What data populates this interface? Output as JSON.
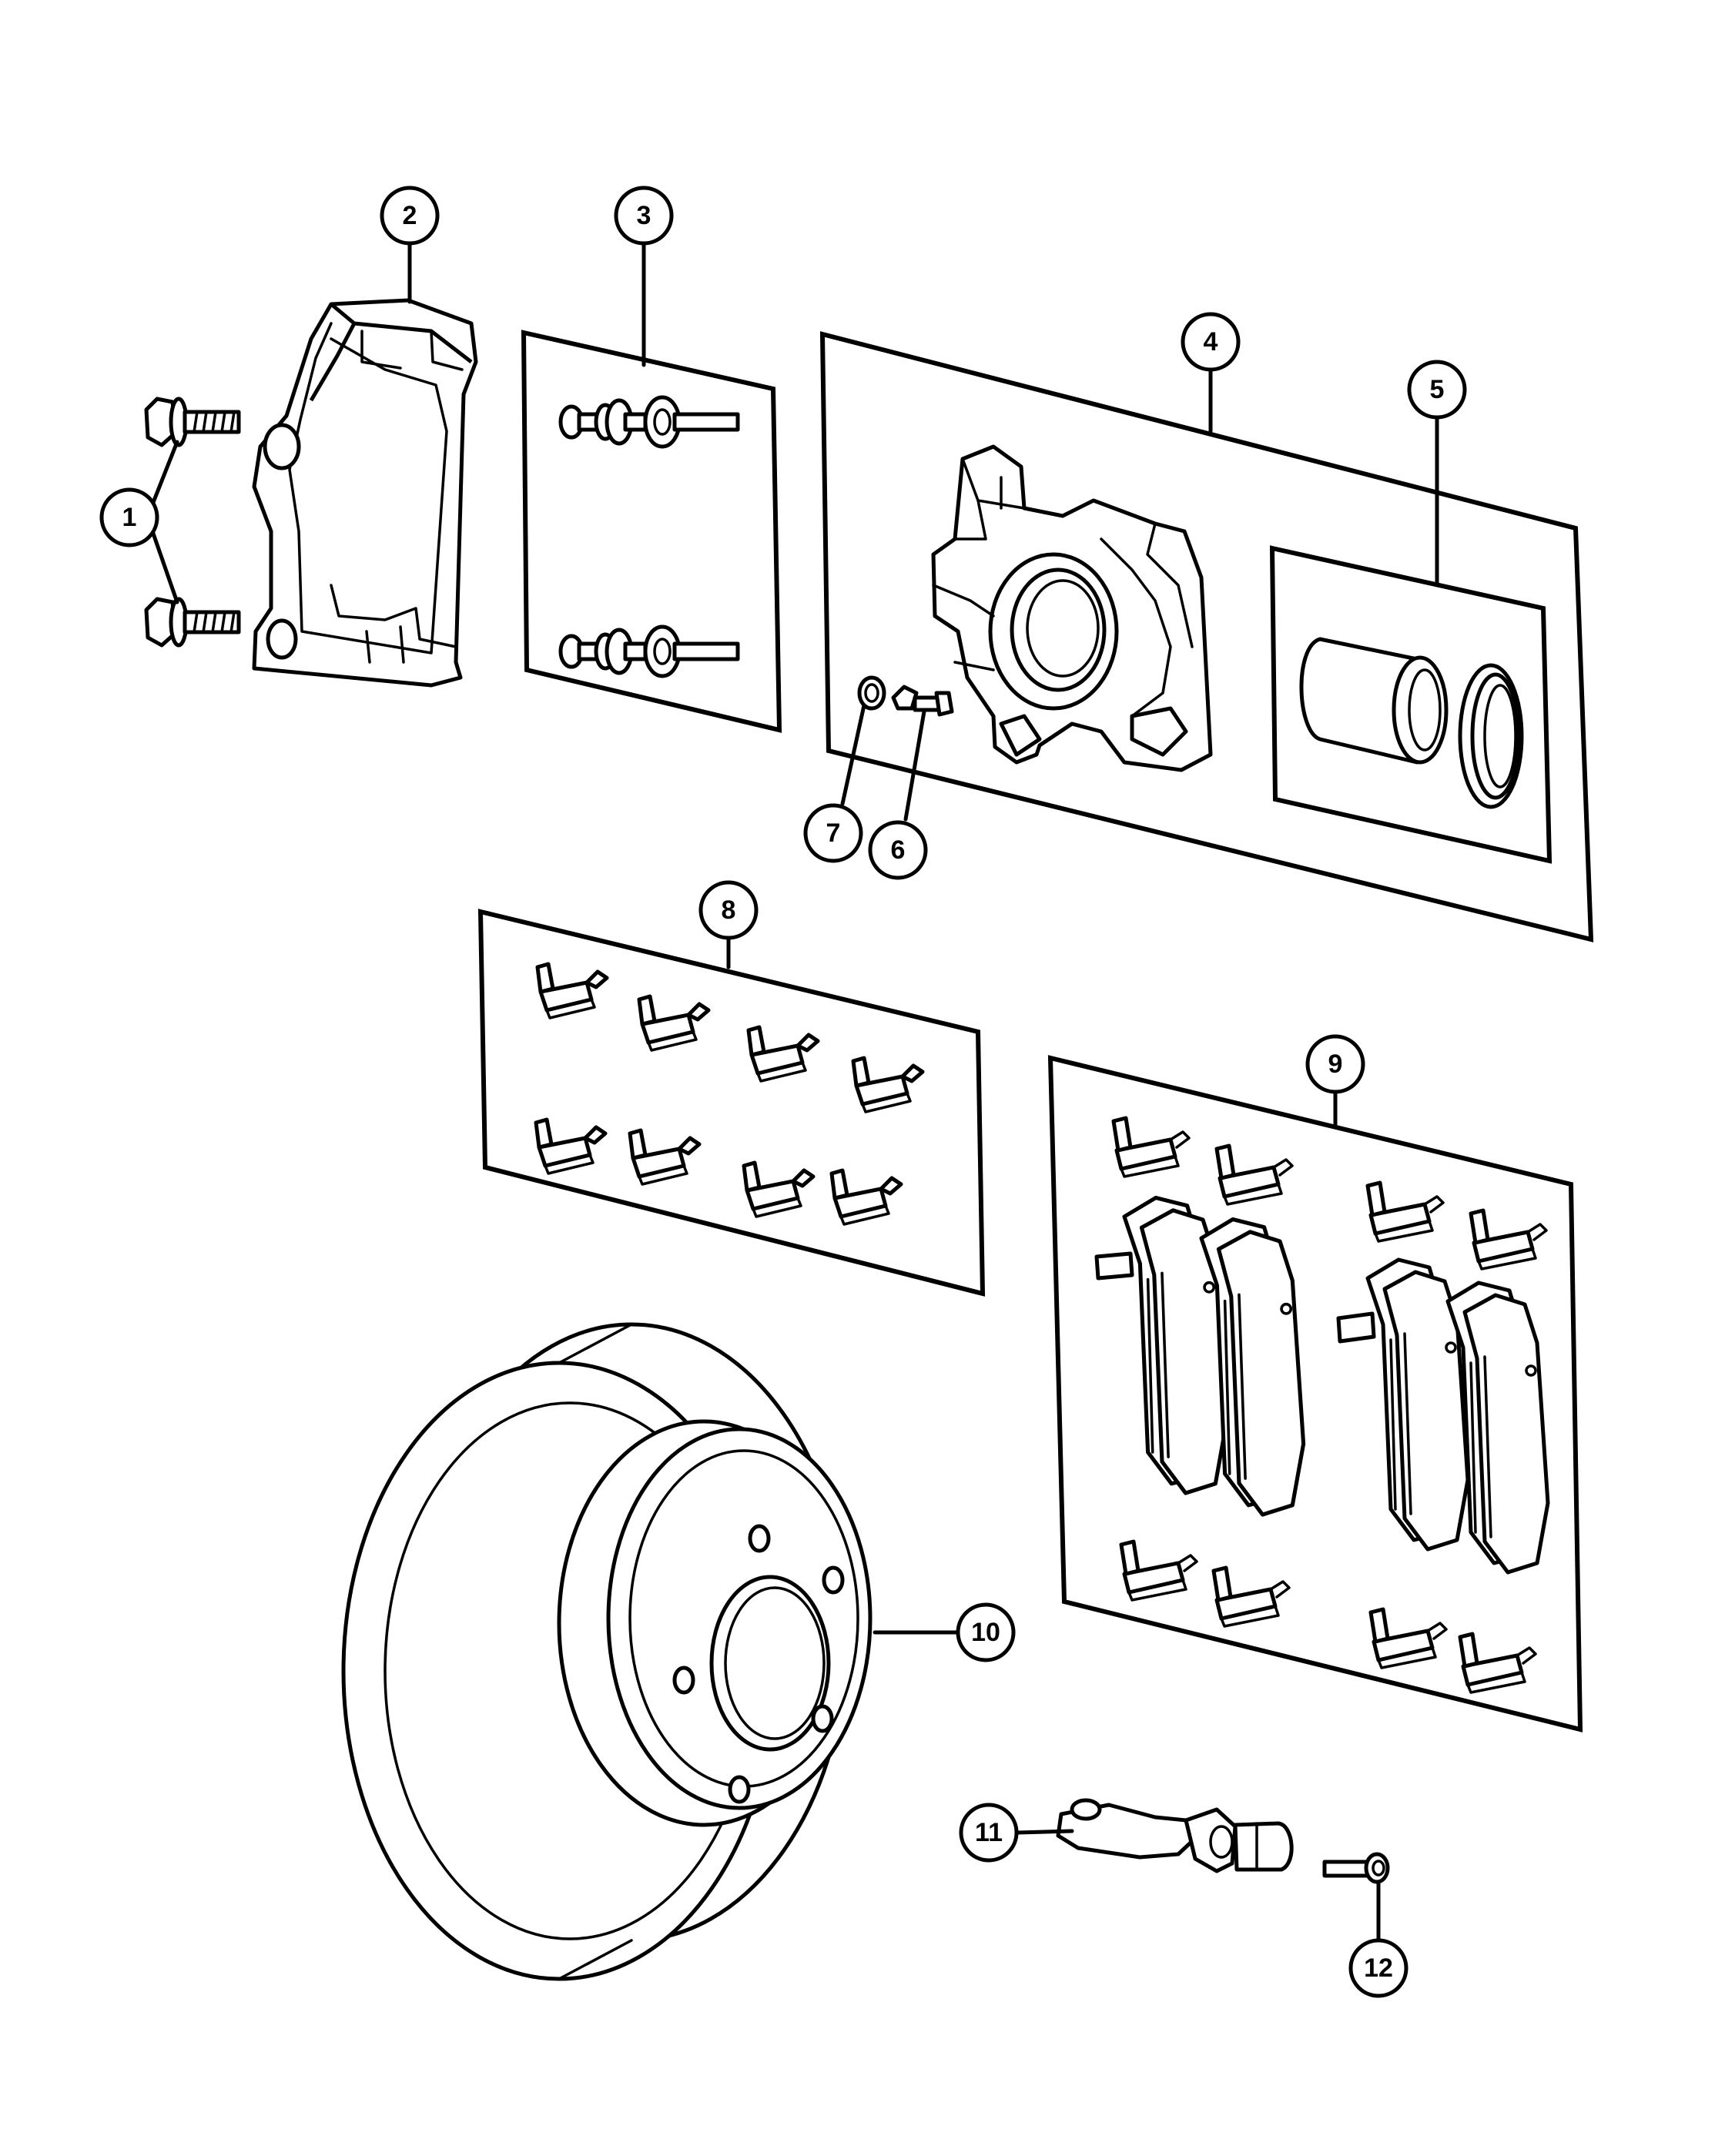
{
  "callouts": [
    {
      "id": "1",
      "label": "1"
    },
    {
      "id": "2",
      "label": "2"
    },
    {
      "id": "3",
      "label": "3"
    },
    {
      "id": "4",
      "label": "4"
    },
    {
      "id": "5",
      "label": "5"
    },
    {
      "id": "6",
      "label": "6"
    },
    {
      "id": "7",
      "label": "7"
    },
    {
      "id": "8",
      "label": "8"
    },
    {
      "id": "9",
      "label": "9"
    },
    {
      "id": "10",
      "label": "10"
    },
    {
      "id": "11",
      "label": "11"
    },
    {
      "id": "12",
      "label": "12"
    }
  ],
  "parts": [
    {
      "ref": "1",
      "icon": "bolt-icon"
    },
    {
      "ref": "2",
      "icon": "caliper-adapter-icon"
    },
    {
      "ref": "3",
      "icon": "guide-pin-kit-icon"
    },
    {
      "ref": "4",
      "icon": "brake-caliper-icon"
    },
    {
      "ref": "5",
      "icon": "piston-seal-kit-icon"
    },
    {
      "ref": "6",
      "icon": "bleeder-screw-icon"
    },
    {
      "ref": "7",
      "icon": "bleeder-cap-icon"
    },
    {
      "ref": "8",
      "icon": "pad-clip-kit-icon"
    },
    {
      "ref": "9",
      "icon": "brake-pad-kit-icon"
    },
    {
      "ref": "10",
      "icon": "brake-rotor-icon"
    },
    {
      "ref": "11",
      "icon": "wheel-speed-sensor-icon"
    },
    {
      "ref": "12",
      "icon": "sensor-bolt-icon"
    }
  ]
}
